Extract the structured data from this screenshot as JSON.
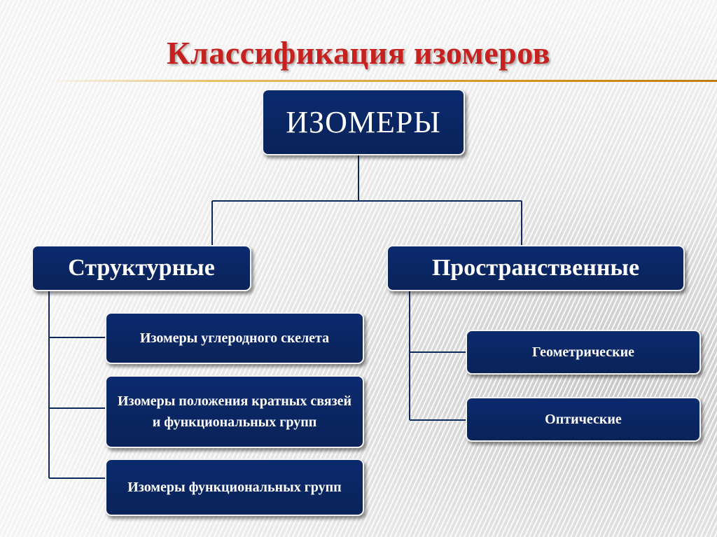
{
  "title": "Классификация изомеров",
  "root": "ИЗОМЕРЫ",
  "branches": [
    {
      "label": "Структурные",
      "children": [
        "Изомеры углеродного скелета",
        "Изомеры положения кратных связей и функциональных групп",
        "Изомеры функциональных групп"
      ]
    },
    {
      "label": "Пространственные",
      "children": [
        "Геометрические",
        "Оптические"
      ]
    }
  ],
  "colors": {
    "title": "#c6201f",
    "box_fill": "#0b2a6e",
    "box_border": "#f2f2f2",
    "connector": "#0d2a5e",
    "rule": "#d4951f"
  }
}
